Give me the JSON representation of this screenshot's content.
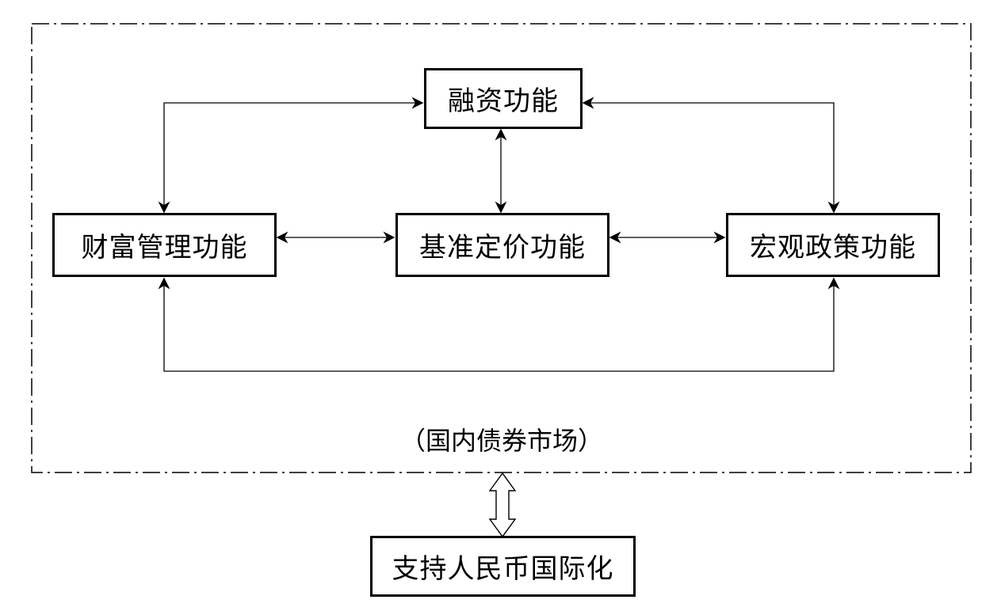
{
  "diagram": {
    "container_label": "（国内债券市场）",
    "nodes": {
      "financing": "融资功能",
      "wealth": "财富管理功能",
      "pricing": "基准定价功能",
      "macro": "宏观政策功能",
      "rmb": "支持人民币国际化"
    },
    "colors": {
      "stroke": "#000000",
      "background": "#ffffff"
    }
  }
}
